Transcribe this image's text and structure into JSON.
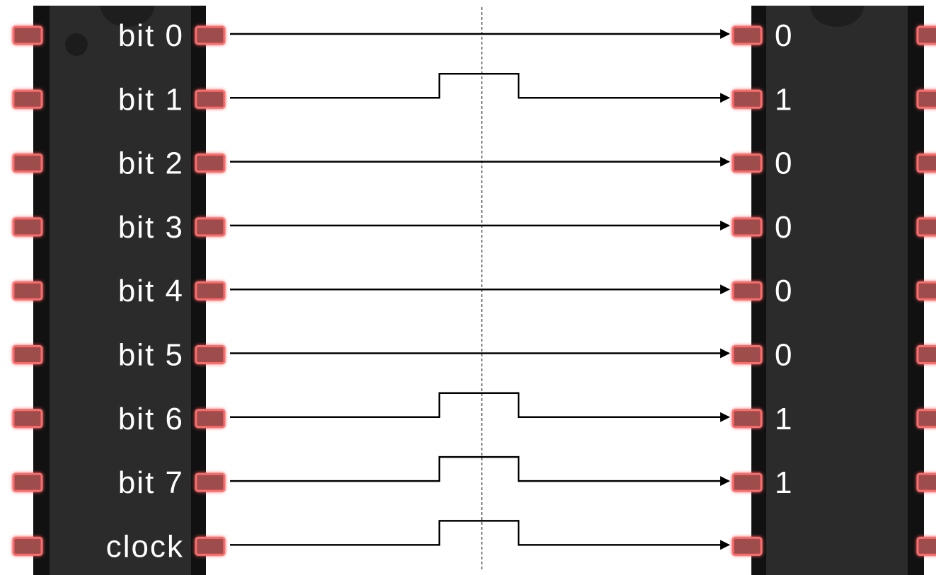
{
  "colors": {
    "chip_body": "#2b2b2b",
    "chip_edge": "#111111",
    "pin_fill": "#9e4d4d",
    "pin_glow": "#ff6a6a",
    "wire": "#000000",
    "label_text": "#ffffff",
    "background": "#ffffff"
  },
  "sender": {
    "lines": [
      {
        "label": "bit 0"
      },
      {
        "label": "bit 1"
      },
      {
        "label": "bit 2"
      },
      {
        "label": "bit 3"
      },
      {
        "label": "bit 4"
      },
      {
        "label": "bit 5"
      },
      {
        "label": "bit 6"
      },
      {
        "label": "bit 7"
      },
      {
        "label": "clock"
      }
    ]
  },
  "signals": [
    {
      "high": false
    },
    {
      "high": true
    },
    {
      "high": false
    },
    {
      "high": false
    },
    {
      "high": false
    },
    {
      "high": false
    },
    {
      "high": true
    },
    {
      "high": true
    },
    {
      "high": true
    }
  ],
  "receiver": {
    "values": [
      "0",
      "1",
      "0",
      "0",
      "0",
      "0",
      "1",
      "1",
      ""
    ]
  }
}
